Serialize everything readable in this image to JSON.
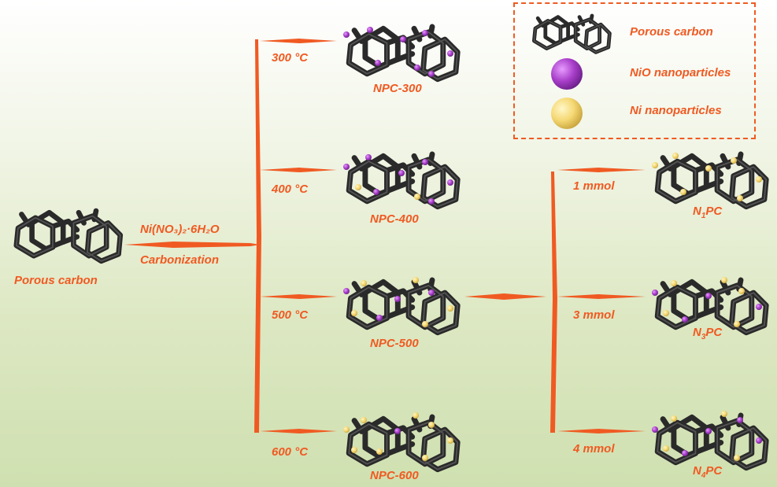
{
  "colors": {
    "arrow": "#f05a22",
    "carbon": "#2a2a2a",
    "nio": "#a83fc9",
    "ni": "#f5d873"
  },
  "labels": {
    "start": "Porous carbon",
    "reagent": "Ni(NO₃)₂·6H₂O",
    "process": "Carbonization",
    "temps": [
      "300 °C",
      "400 °C",
      "500 °C",
      "600 °C"
    ],
    "samples": [
      "NPC-300",
      "NPC-400",
      "NPC-500",
      "NPC-600"
    ],
    "amounts": [
      "1 mmol",
      "3 mmol",
      "4 mmol"
    ],
    "n_samples": [
      {
        "main": "N",
        "sub": "1",
        "tail": "PC"
      },
      {
        "main": "N",
        "sub": "3",
        "tail": "PC"
      },
      {
        "main": "N",
        "sub": "4",
        "tail": "PC"
      }
    ]
  },
  "legend": [
    {
      "icon": "porous-carbon",
      "text": "Porous carbon"
    },
    {
      "icon": "nio-nanoparticle",
      "text": "NiO nanoparticles"
    },
    {
      "icon": "ni-nanoparticle",
      "text": "Ni nanoparticles"
    }
  ]
}
